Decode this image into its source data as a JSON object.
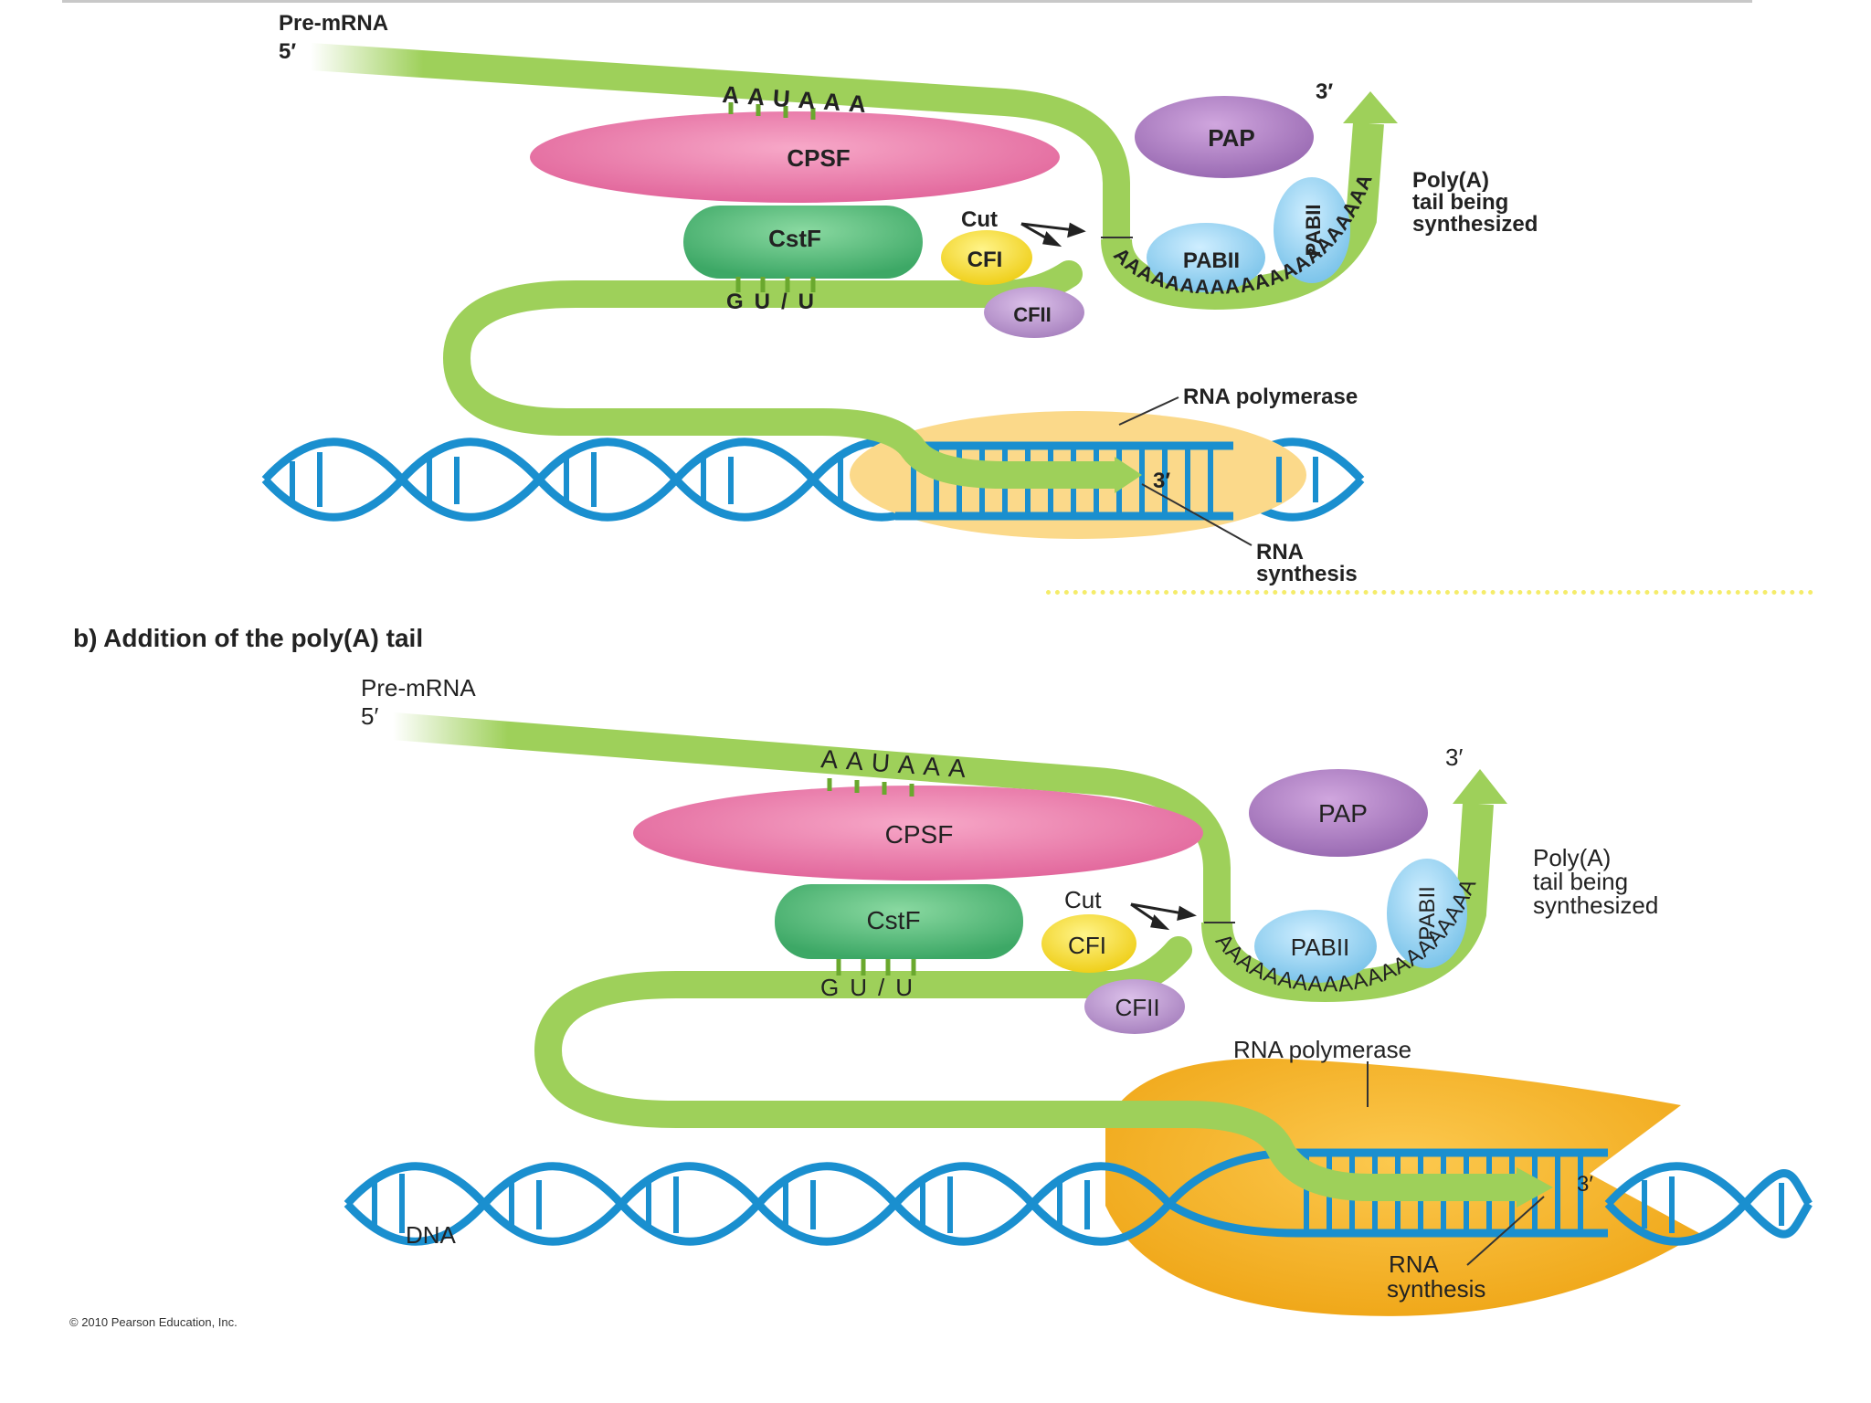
{
  "caption": "b) Addition of the poly(A) tail",
  "copyright": "© 2010 Pearson Education, Inc.",
  "panels": [
    {
      "pre_mrna": "Pre-mRNA",
      "five_prime": "5′",
      "signal": "AAUAAA",
      "gu_rich": "GU/U",
      "three_prime_tail": "3′",
      "three_prime_rna": "3′",
      "poly_a_label": [
        "Poly(A)",
        "tail being",
        "synthesized"
      ],
      "cut": "Cut",
      "tail_seq": "AAAAAAAAAAAAAAAAAAAAA",
      "rna_polymerase": "RNA polymerase",
      "rna_synthesis": [
        "RNA",
        "synthesis"
      ],
      "proteins": {
        "cpsf": "CPSF",
        "cstf": "CstF",
        "cfi": "CFI",
        "cfii": "CFII",
        "pap": "PAP",
        "pabii": "PABII",
        "pabii_vertical": "PABII"
      }
    },
    {
      "pre_mrna": "Pre-mRNA",
      "five_prime": "5′",
      "signal": "AAUAAA",
      "gu_rich": "GU/U",
      "three_prime_tail": "3′",
      "three_prime_rna": "3′",
      "poly_a_label": [
        "Poly(A)",
        "tail being",
        "synthesized"
      ],
      "cut": "Cut",
      "tail_seq": "AAAAAAAAAAAAAAAAAAAAA",
      "rna_polymerase": "RNA polymerase",
      "rna_synthesis": [
        "RNA",
        "synthesis"
      ],
      "dna": "DNA",
      "proteins": {
        "cpsf": "CPSF",
        "cstf": "CstF",
        "cfi": "CFI",
        "cfii": "CFII",
        "pap": "PAP",
        "pabii": "PABII",
        "pabii_vertical": "PABII"
      }
    }
  ],
  "colors": {
    "rna": "#9ed05a",
    "rna_dark": "#6aa82e",
    "cpsf": "#ee7fae",
    "cstf": "#5ebd7c",
    "cfi": "#f6e44a",
    "cfii": "#c49ed6",
    "pap": "#b783c6",
    "pabii": "#9fd6f2",
    "dna": "#1a8fcf",
    "polymerase_p1": "#fbd98a",
    "polymerase_p2": "#f5b52c"
  }
}
